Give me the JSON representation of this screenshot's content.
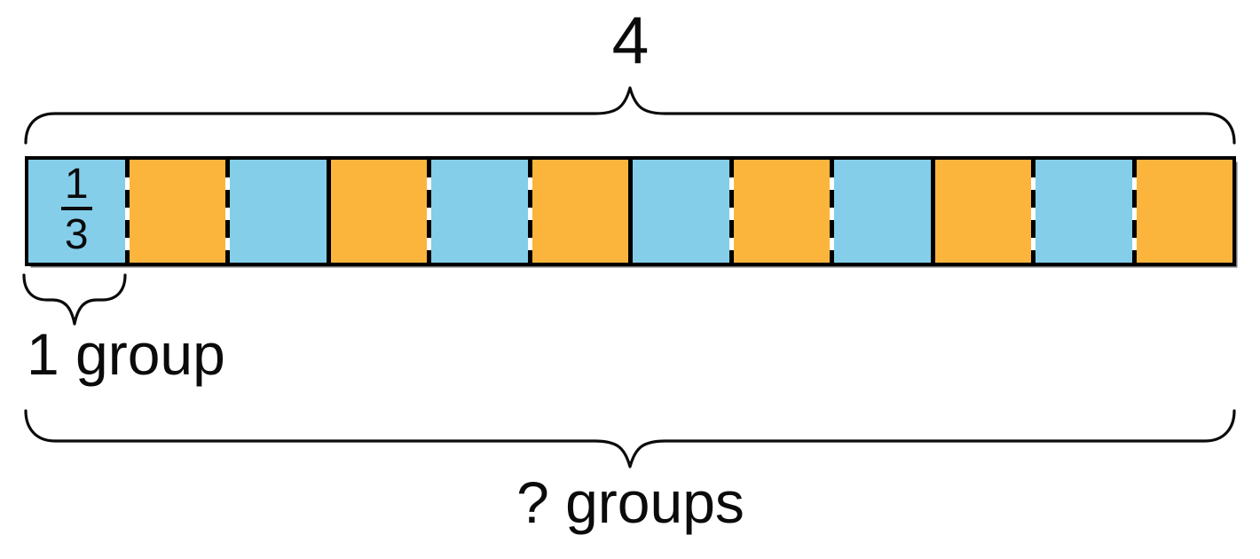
{
  "diagram": {
    "description": "Tape diagram showing 4 wholes divided into thirds to find how many 1/3-size groups are in 4",
    "top_brace_label": "4",
    "one_group_label": "1 group",
    "question_groups_label": "? groups",
    "unit_fraction": {
      "numerator": "1",
      "denominator": "3"
    },
    "colors": {
      "cell_blue": "#84CEEA",
      "cell_orange": "#FBB53D",
      "stroke": "#000000",
      "shadow": "#6F6F6F"
    },
    "cells": [
      {
        "color": "blue",
        "label": "1/3",
        "divider_left": "none"
      },
      {
        "color": "orange",
        "label": "",
        "divider_left": "dashed"
      },
      {
        "color": "blue",
        "label": "",
        "divider_left": "dashed"
      },
      {
        "color": "orange",
        "label": "",
        "divider_left": "solid"
      },
      {
        "color": "blue",
        "label": "",
        "divider_left": "dashed"
      },
      {
        "color": "orange",
        "label": "",
        "divider_left": "dashed"
      },
      {
        "color": "blue",
        "label": "",
        "divider_left": "solid"
      },
      {
        "color": "orange",
        "label": "",
        "divider_left": "dashed"
      },
      {
        "color": "blue",
        "label": "",
        "divider_left": "dashed"
      },
      {
        "color": "orange",
        "label": "",
        "divider_left": "solid"
      },
      {
        "color": "blue",
        "label": "",
        "divider_left": "dashed"
      },
      {
        "color": "orange",
        "label": "",
        "divider_left": "dashed"
      }
    ]
  }
}
